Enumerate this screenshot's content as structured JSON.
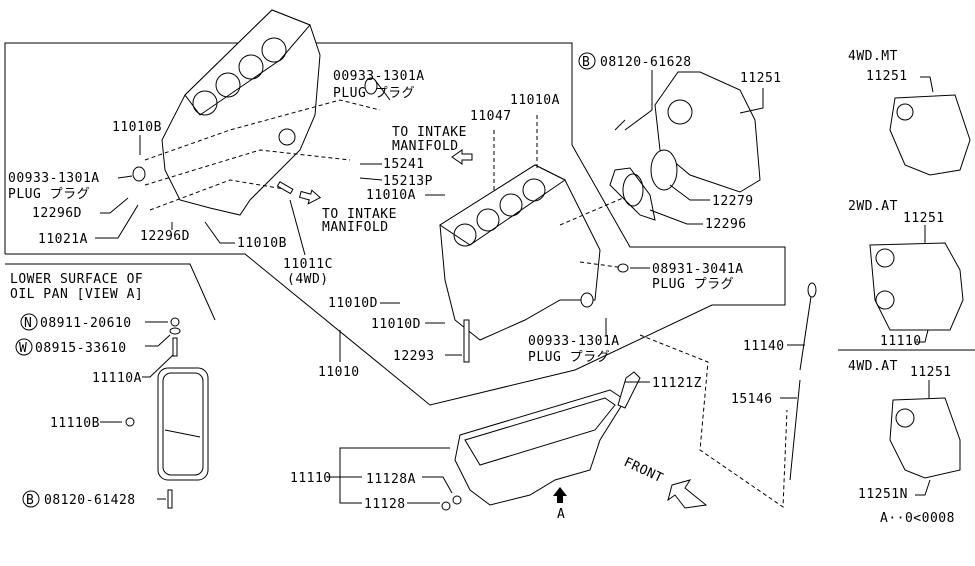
{
  "diagram": {
    "labels": [
      "00933-1301A",
      "PLUG プラグ",
      "11010B",
      "TO INTAKE",
      "MANIFOLD",
      "11047",
      "11010A",
      "15241",
      "15213P",
      "00933-1301A",
      "PLUG プラグ",
      "11010A",
      "12296D",
      "TO INTAKE",
      "MANIFOLD",
      "11021A",
      "12296D",
      "11010B",
      "11011C",
      "(4WD)",
      "08120-61628",
      "11251",
      "12279",
      "12296",
      "08931-3041A",
      "PLUG プラグ",
      "4WD.MT",
      "11251",
      "2WD.AT",
      "11251",
      "11110",
      "4WD.AT",
      "11251",
      "11251N",
      "A··0<0008",
      "LOWER SURFACE OF",
      "OIL PAN [VIEW A]",
      "08911-20610",
      "08915-33610",
      "11110A",
      "11110B",
      "08120-61428",
      "11010D",
      "11010D",
      "12293",
      "11010",
      "11110",
      "11128A",
      "11128",
      "00933-1301A",
      "PLUG プラグ",
      "11121Z",
      "11140",
      "15146",
      "FRONT",
      "A"
    ],
    "circled_prefixes": [
      "B",
      "N",
      "W",
      "B"
    ]
  }
}
